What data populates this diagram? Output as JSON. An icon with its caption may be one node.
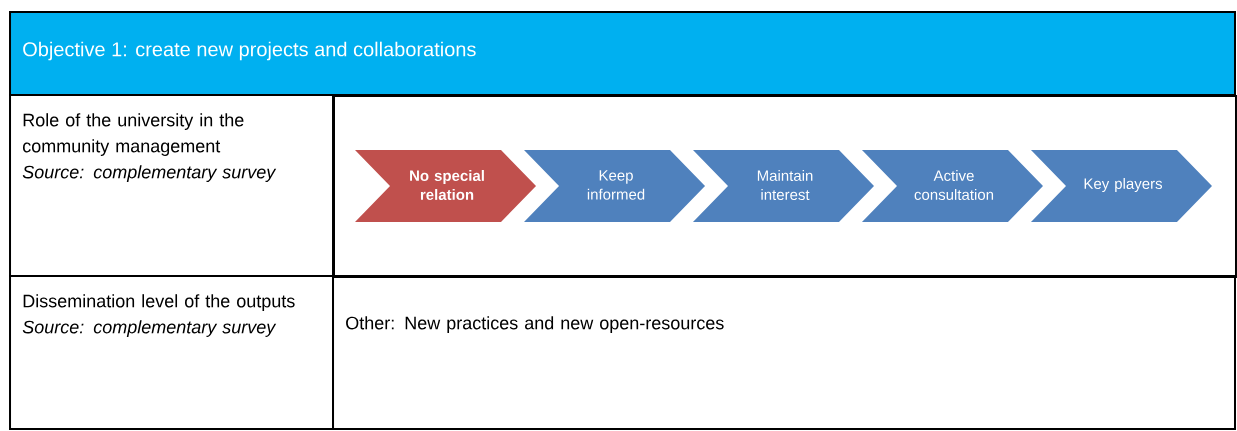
{
  "diagram": {
    "nodes": [
      {
        "text": [
          "Objective 1: create new projects and collaborations"
        ]
      },
      {
        "text": [
          "Role of the university in the community management",
          "Source: complementary survey"
        ]
      },
      {
        "text": [],
        "shape": "box"
      },
      {
        "text": [
          "No special relation"
        ],
        "in": 2
      },
      {
        "text": [
          "Keep informed"
        ],
        "in": 2
      },
      {
        "text": [
          "Maintain interest"
        ],
        "in": 2
      },
      {
        "text": [
          "Active consultation"
        ],
        "in": 2
      },
      {
        "text": [
          "Key players"
        ],
        "in": 2
      },
      {
        "text": [
          "Dissemination level of the outputs",
          "Source: complementary survey"
        ]
      },
      {
        "text": [
          "Other: New practices and new open-resources"
        ]
      }
    ]
  }
}
